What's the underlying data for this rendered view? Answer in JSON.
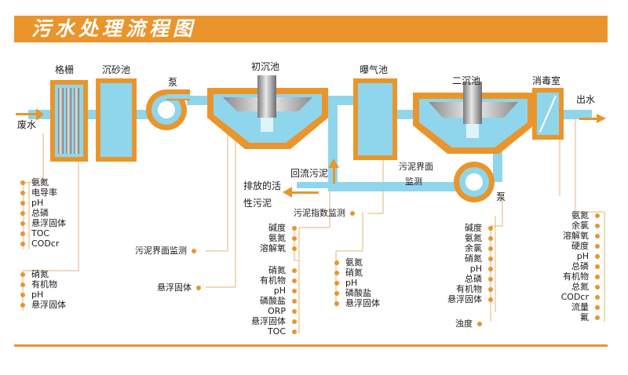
{
  "title": "污水处理流程图",
  "colors": {
    "accent": "#e9952c",
    "water": "#8fd6ec",
    "pipe": "#5bc2e4",
    "line": "#e0b57a"
  },
  "units": {
    "grille": "格栅",
    "grit": "沉砂池",
    "pump1": "泵",
    "primary": "初沉池",
    "aeration": "曝气池",
    "secondary": "二沉池",
    "disinfection": "消毒室",
    "pump2": "泵"
  },
  "flow": {
    "inlet": "废水",
    "outlet": "出水",
    "return_sludge": "回流污泥",
    "waste_sludge_1": "排放的活",
    "waste_sludge_2": "性污泥",
    "sludge_interface": "污泥界面",
    "monitor": "监测"
  },
  "monitors": {
    "inlet_a": [
      "氨氮",
      "电导率",
      "pH",
      "总磷",
      "悬浮固体",
      "TOC",
      "CODcr"
    ],
    "inlet_b": [
      "硝氮",
      "有机物",
      "pH",
      "悬浮固体"
    ],
    "primary_interface": "污泥界面监测",
    "primary_ss": "悬浮固体",
    "sludge_index": "污泥指数监测",
    "aeration_a": [
      "碱度",
      "氨氮",
      "溶解氧"
    ],
    "aeration_b": [
      "硝氮",
      "有机物",
      "pH",
      "磷酸盐",
      "ORP",
      "悬浮固体",
      "TOC"
    ],
    "aeration_c": [
      "氨氮",
      "硝氮",
      "pH",
      "磷酸盐",
      "悬浮固体"
    ],
    "secondary_a": [
      "碱度",
      "氨氮",
      "余氯",
      "硝氮",
      "pH",
      "总磷",
      "有机物",
      "悬浮固体"
    ],
    "secondary_turbidity": "浊度",
    "outlet": [
      "氨氮",
      "余氯",
      "溶解氧",
      "硬度",
      "pH",
      "总磷",
      "有机物",
      "总氮",
      "CODcr",
      "流量",
      "氟"
    ]
  }
}
